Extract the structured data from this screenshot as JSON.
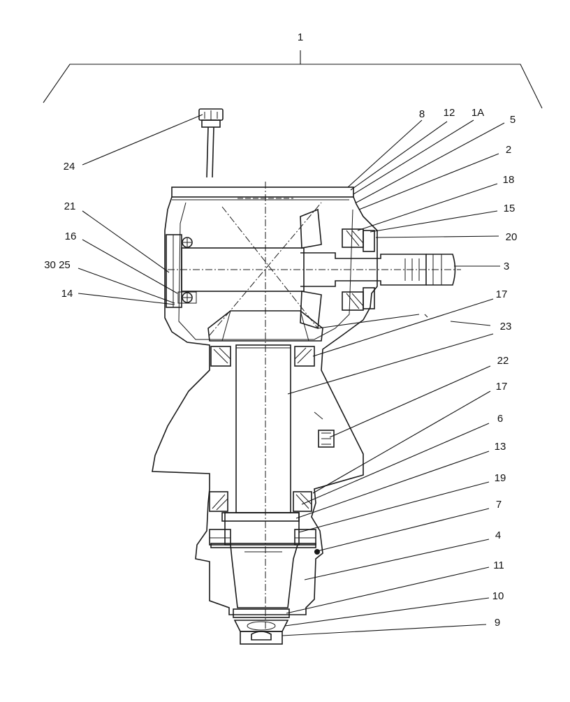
{
  "diagram": {
    "assembly_label": "1",
    "callouts": [
      {
        "id": "c-24",
        "label": "24"
      },
      {
        "id": "c-8",
        "label": "8"
      },
      {
        "id": "c-12",
        "label": "12"
      },
      {
        "id": "c-1A",
        "label": "1A"
      },
      {
        "id": "c-5",
        "label": "5"
      },
      {
        "id": "c-2",
        "label": "2"
      },
      {
        "id": "c-18",
        "label": "18"
      },
      {
        "id": "c-15",
        "label": "15"
      },
      {
        "id": "c-20",
        "label": "20"
      },
      {
        "id": "c-21",
        "label": "21"
      },
      {
        "id": "c-16",
        "label": "16"
      },
      {
        "id": "c-30-25",
        "label": "30 25"
      },
      {
        "id": "c-14",
        "label": "14"
      },
      {
        "id": "c-3",
        "label": "3"
      },
      {
        "id": "c-17a",
        "label": "17"
      },
      {
        "id": "c-23",
        "label": "23"
      },
      {
        "id": "c-22",
        "label": "22"
      },
      {
        "id": "c-17b",
        "label": "17"
      },
      {
        "id": "c-6",
        "label": "6"
      },
      {
        "id": "c-13",
        "label": "13"
      },
      {
        "id": "c-19",
        "label": "19"
      },
      {
        "id": "c-7",
        "label": "7"
      },
      {
        "id": "c-4",
        "label": "4"
      },
      {
        "id": "c-11",
        "label": "11"
      },
      {
        "id": "c-10",
        "label": "10"
      },
      {
        "id": "c-9",
        "label": "9"
      }
    ]
  }
}
